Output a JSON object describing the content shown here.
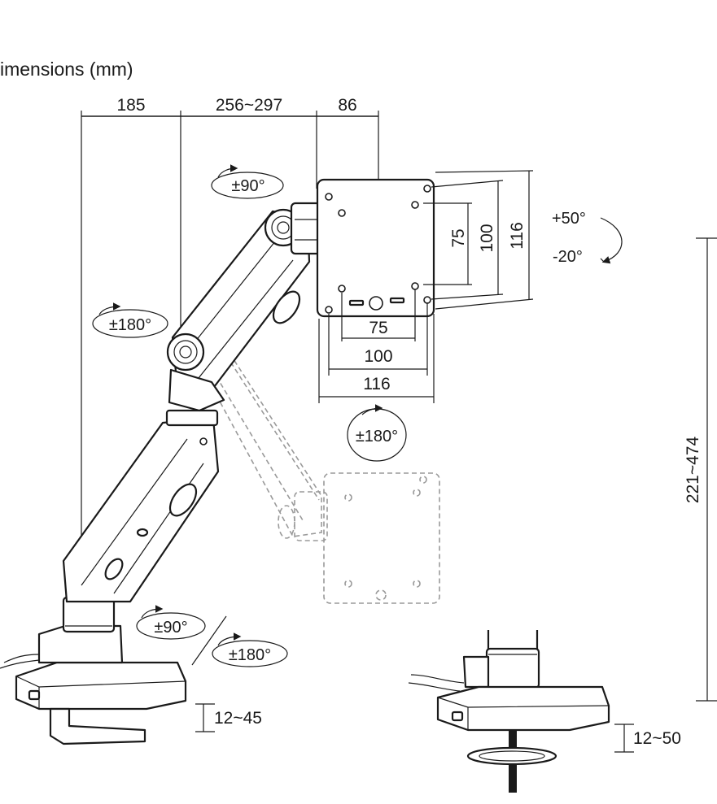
{
  "title": "imensions (mm)",
  "dimensions": {
    "reach_base": "185",
    "reach_arm": "256~297",
    "reach_head": "86",
    "vesa_v_inner": "75",
    "vesa_v_mid": "100",
    "vesa_v_outer": "116",
    "vesa_h_inner": "75",
    "vesa_h_mid": "100",
    "vesa_h_outer": "116",
    "height_range": "221~474",
    "clamp_thickness": "12~45",
    "grommet_thickness": "12~50"
  },
  "angles": {
    "head_swivel": "±90°",
    "elbow_swivel": "±180°",
    "tilt_up": "+50°",
    "tilt_down": "-20°",
    "rotation": "±180°",
    "base_swivel_1": "±90°",
    "base_swivel_2": "±180°"
  }
}
